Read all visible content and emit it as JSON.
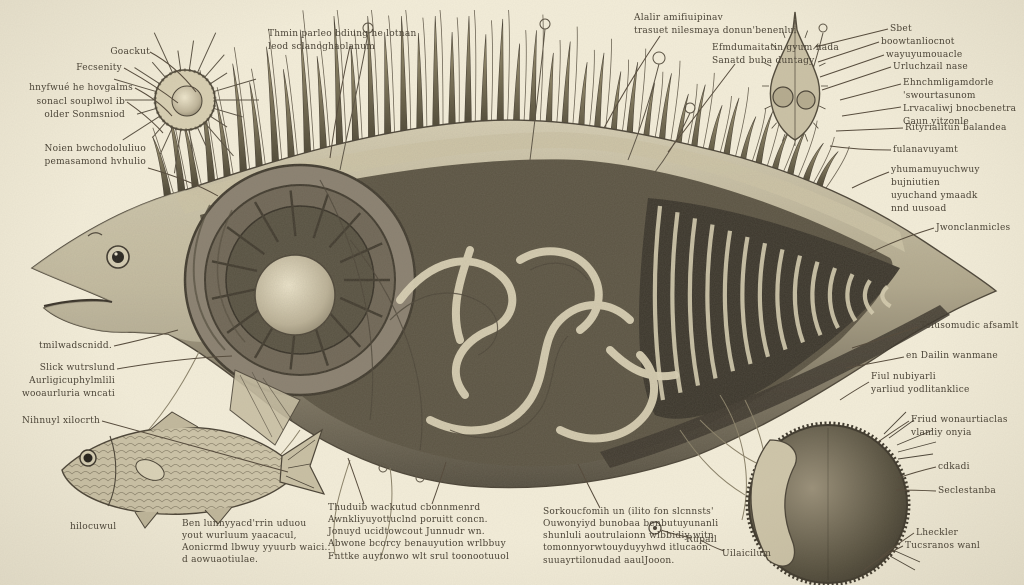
{
  "figure": {
    "kind": "vintage-anatomical-fish-cutaway-plate",
    "background_color": "#f4eeda",
    "ink_color": "#4b4437",
    "paper_grain": true
  },
  "labels": {
    "goackut": "Goackut",
    "fecsenity": "Fecsenity",
    "hayfwne": "hnyfwué he hovgalms",
    "sonacl": "sonacl souplwol ib\nolder Sonmsniod",
    "noien": "Noien bwchodoluliuo\npemasamond hvhulio",
    "thmin": "Thmin parleo bdiung he lotnan\nleod sclanoghaolanum",
    "alalir": "Alalir amifiuipinav\n trasuet nilesmaya donun'benenlui",
    "efmdum": "Efmdumaitatin gyum nada\nSanatd buba duntagy",
    "sbet": "Sbet",
    "boowt": "boowtanliocnot",
    "wayuy": "wayuyumouacle",
    "urluch": "Urluchzail nase",
    "ehnchm": "Ehnchmligamdorle\n'swourtasunom\nLrvacaliwj bnocbenetra\nGaun yitzonle",
    "rityr": "Rityrialitun balandea",
    "fulan": "fulanavuyamt",
    "yhuma": "yhumamuyuchwuy bujniutien\nuyuchand ymaadk\nnnd uusoad",
    "jwonc": "Jwonclanmicles",
    "telus": "Telusomudic afsamlt",
    "dailin": "en Dailin wanmane",
    "fiul": "Fiul nubiyarli\nyarliud yodlitanklice",
    "friud": "Friud wonaurtiaclas\nvlanliy onyia",
    "cdkadi": "cdkadi",
    "secles": "Seclestanba",
    "lheckler": "Lheckler",
    "tucsranos": "Tucsranos wanl",
    "tmilwad": "tmilwadscnidd.",
    "slick": "Slick wutrslund\nAurligicuphylmlili\nwooaurluria wncati",
    "nihnuyl": "Nihnuyl xilocrth",
    "hilocuwul": "hilocuwul",
    "block1": "Thuduib wackutud cbonnmenrd\nAwnkliyuyottuclnd poruitt concn.\nJonuyd ucidtowcout Junnudr wn.\nAbwone bcorcy benauyution wrlbbuy\nFnttke auytonwo wlt srul toonootuuol",
    "block2": "Sorkoucfomih un (ilito fon slcnnsts'\nOuwonyiyd bunobaa benbutuyunanli\nshunluli aoutrulaionn wlbbidiy witn\ntomonnyorwtouyduyyhwd itlucaon.\nsuuayrtilonudad aaulJooon.",
    "block3": "Ben lunnyyacd'rrin uduou\nyout wurluum yaacacul,\nAonicrmd lbwuy yyuurb waici..\nd aowuaotiulae.",
    "rupail": "Rupail",
    "uilaicilum": "Uilaicilum"
  }
}
